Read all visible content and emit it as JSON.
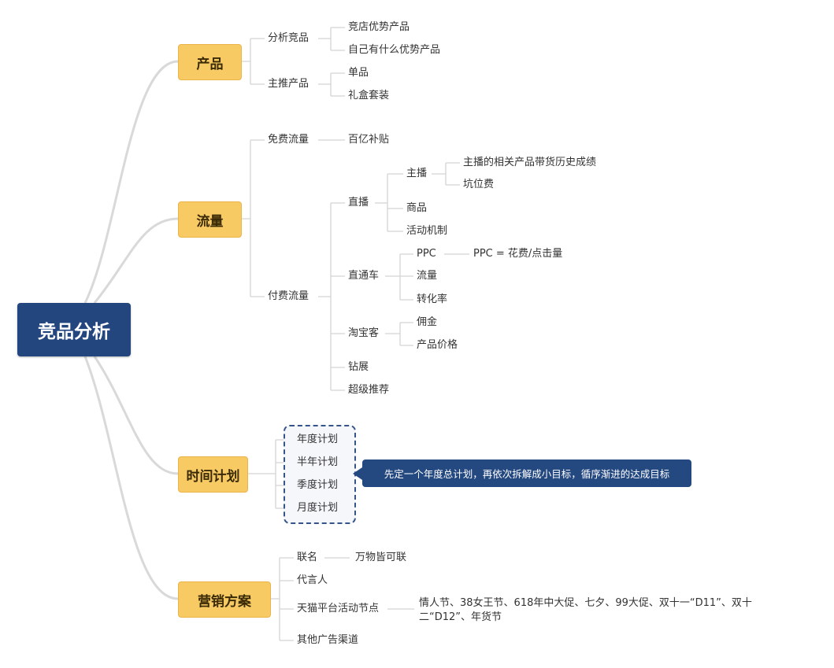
{
  "root": {
    "label": "竞品分析"
  },
  "product": {
    "label": "产品",
    "analyze": {
      "label": "分析竞品",
      "items": [
        "竞店优势产品",
        "自己有什么优势产品"
      ]
    },
    "main": {
      "label": "主推产品",
      "items": [
        "单品",
        "礼盒套装"
      ]
    }
  },
  "traffic": {
    "label": "流量",
    "free": {
      "label": "免费流量",
      "items": [
        "百亿补贴"
      ]
    },
    "paid": {
      "label": "付费流量",
      "live": {
        "label": "直播",
        "anchor": {
          "label": "主播",
          "items": [
            "主播的相关产品带货历史成绩",
            "坑位费"
          ]
        },
        "items": [
          "商品",
          "活动机制"
        ]
      },
      "ztc": {
        "label": "直通车",
        "ppc": {
          "label": "PPC",
          "formula": "PPC = 花费/点击量"
        },
        "items": [
          "流量",
          "转化率"
        ]
      },
      "taobaoke": {
        "label": "淘宝客",
        "items": [
          "佣金",
          "产品价格"
        ]
      },
      "zuanzhan": {
        "label": "钻展"
      },
      "super": {
        "label": "超级推荐"
      }
    }
  },
  "time": {
    "label": "时间计划",
    "items": [
      "年度计划",
      "半年计划",
      "季度计划",
      "月度计划"
    ],
    "note": "先定一个年度总计划，再依次拆解成小目标，循序渐进的达成目标"
  },
  "marketing": {
    "label": "营销方案",
    "link": {
      "label": "联名",
      "items": [
        "万物皆可联"
      ]
    },
    "spokesperson": {
      "label": "代言人"
    },
    "tmall": {
      "label": "天猫平台活动节点",
      "detail_line1": "情人节、38女王节、618年中大促、七夕、99大促、双十一“D11”、双十",
      "detail_line2": "二“D12”、年货节"
    },
    "other": {
      "label": "其他广告渠道"
    }
  }
}
